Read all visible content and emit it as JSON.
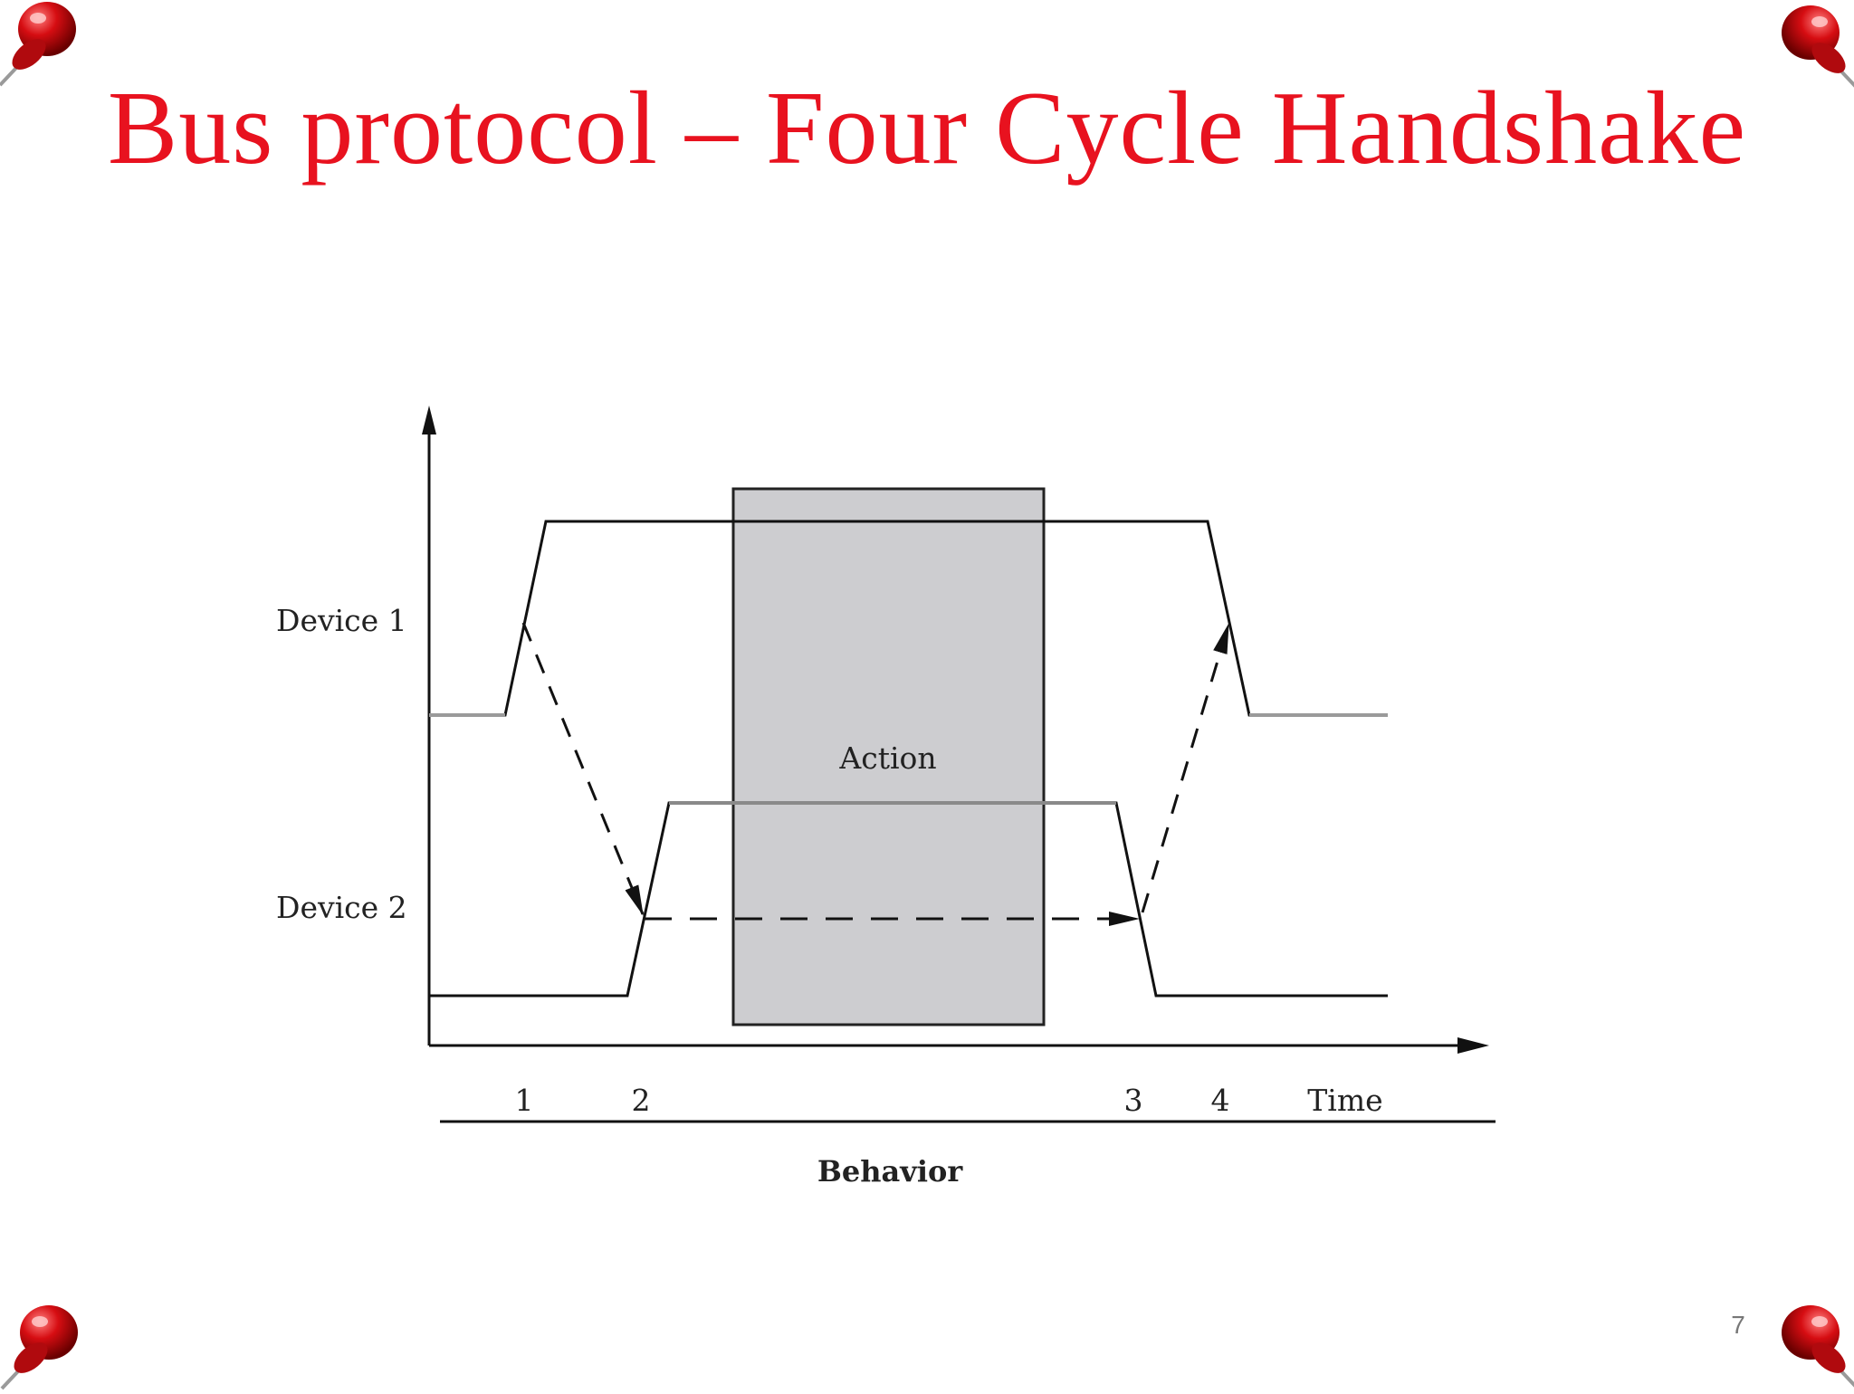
{
  "slide": {
    "title": "Bus protocol – Four Cycle Handshake",
    "page_number": "7",
    "accent_color": "#e8121f",
    "decoration_icon": "pushpin-icon"
  },
  "diagram": {
    "device1_label": "Device 1",
    "device2_label": "Device 2",
    "action_label": "Action",
    "time_label": "Time",
    "behavior_label": "Behavior",
    "time_markers": [
      "1",
      "2",
      "3",
      "4"
    ],
    "action_fill": "#cdcdd0"
  }
}
